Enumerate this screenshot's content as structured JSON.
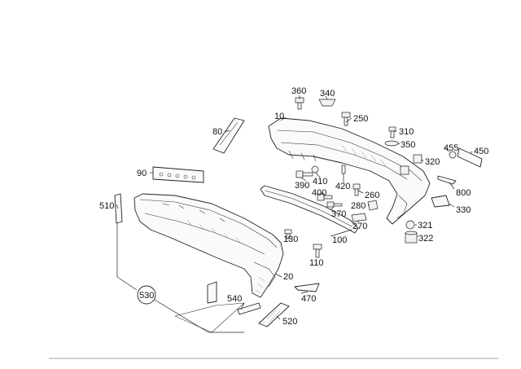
{
  "labels": {
    "p360": "360",
    "p340": "340",
    "p10": "10",
    "p250": "250",
    "p80": "80",
    "p310": "310",
    "p350": "350",
    "p455": "455",
    "p450": "450",
    "p320": "320",
    "p90": "90",
    "p390": "390",
    "p410": "410",
    "p420": "420",
    "p400": "400",
    "p260": "260",
    "p800": "800",
    "p510": "510",
    "p370": "370",
    "p280": "280",
    "p330": "330",
    "p270": "270",
    "p321": "321",
    "p322": "322",
    "p130": "130",
    "p100": "100",
    "p110": "110",
    "p20": "20",
    "p530": "530",
    "p470": "470",
    "p540": "540",
    "p520": "520"
  },
  "colors": {
    "line": "#222222",
    "background": "#ffffff"
  }
}
